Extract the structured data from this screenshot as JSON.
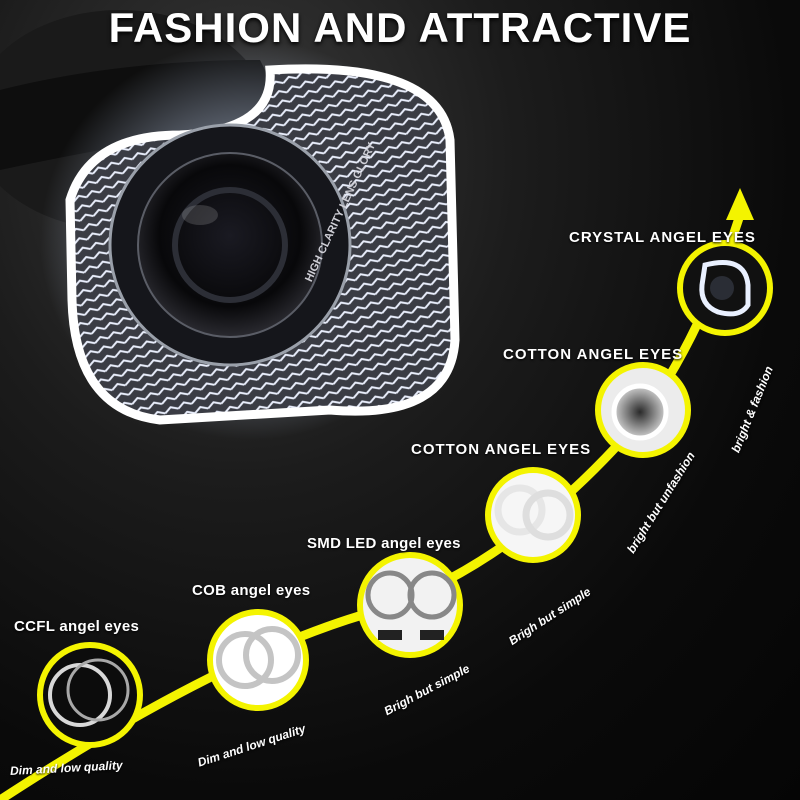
{
  "title": "FASHION AND ATTRACTIVE",
  "lens_print": "HIGH CLARITY LENS GLORY",
  "stages": [
    {
      "label": "CCFL angel eyes",
      "note": "Dim and  low quality"
    },
    {
      "label": "COB angel eyes",
      "note": "Dim and  low quality"
    },
    {
      "label": "SMD LED angel eyes",
      "note": "Brigh but simple"
    },
    {
      "label": "COTTON ANGEL EYES",
      "note": "Brigh but simple"
    },
    {
      "label": "COTTON ANGEL EYES",
      "note": "bright but unfashion"
    },
    {
      "label": "CRYSTAL ANGEL EYES",
      "note": "bright & fashion"
    }
  ],
  "colors": {
    "curve": "#f4f400",
    "background": "#111111",
    "text": "#ffffff",
    "glow": "#eef4ff"
  }
}
